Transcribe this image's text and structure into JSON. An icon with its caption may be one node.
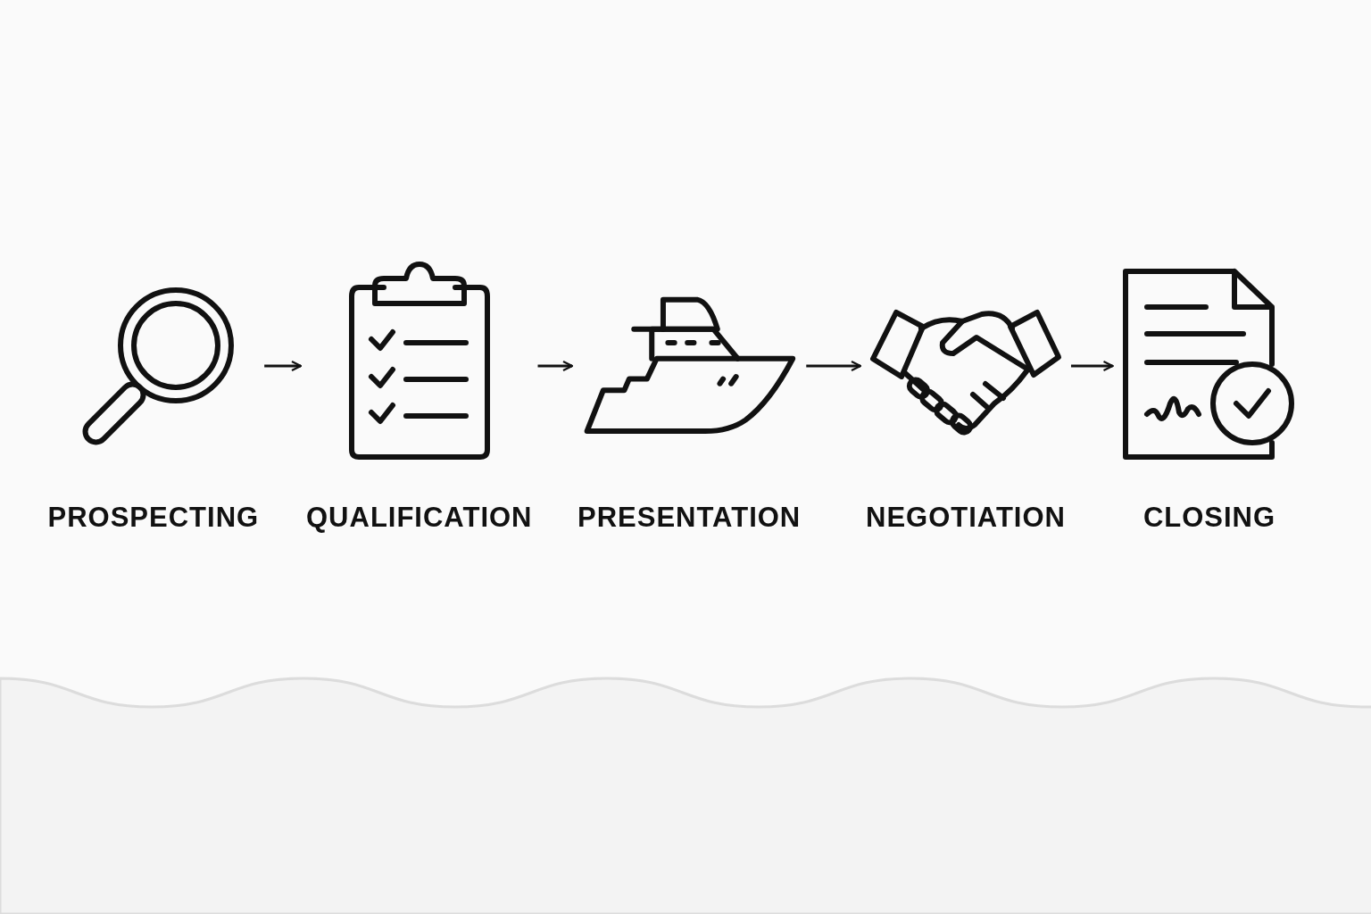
{
  "diagram": {
    "nodes": [
      {
        "text": [
          "PROSPECTING"
        ]
      },
      {
        "text": [
          "QUALIFICATION"
        ]
      },
      {
        "text": [
          "PRESENTATION"
        ]
      },
      {
        "text": [
          "NEGOTIATION"
        ]
      },
      {
        "text": [
          "CLOSING"
        ]
      }
    ],
    "edges": [
      {
        "from": 0,
        "to": 1,
        "arrow": "to"
      },
      {
        "from": 1,
        "to": 2,
        "arrow": "to"
      },
      {
        "from": 2,
        "to": 3,
        "arrow": "to"
      },
      {
        "from": 3,
        "to": 4,
        "arrow": "to"
      }
    ]
  }
}
